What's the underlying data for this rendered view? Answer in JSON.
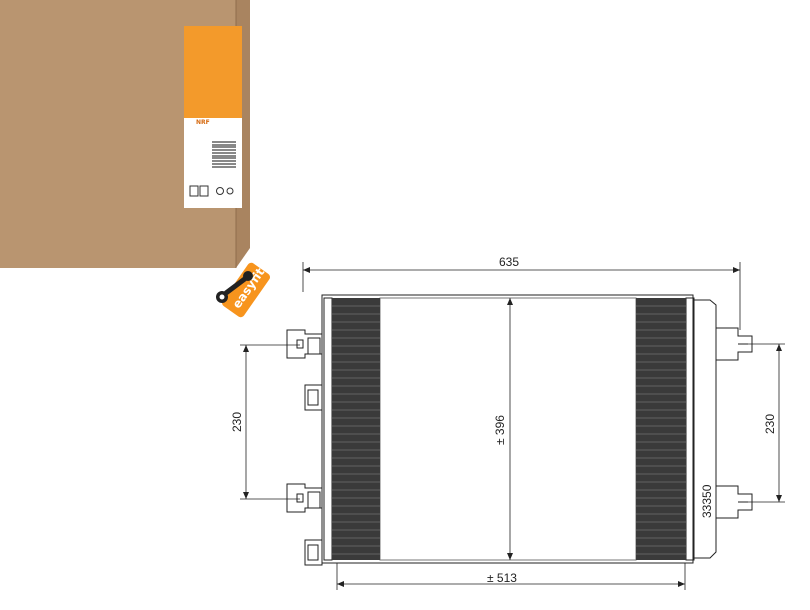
{
  "dimensions": {
    "width_overall": "635",
    "height_core": "± 396",
    "width_core": "± 513",
    "bracket_left": "230",
    "bracket_right": "230",
    "part_number": "33350"
  },
  "badge": {
    "text": "easyfit"
  },
  "package": {
    "brand": "NRF"
  },
  "colors": {
    "cardboard": "#b99570",
    "cardboard_side": "#a98460",
    "label_orange": "#f39a2b",
    "badge_orange": "#f7941d",
    "line": "#222222",
    "fins": "#3a3a3a"
  }
}
